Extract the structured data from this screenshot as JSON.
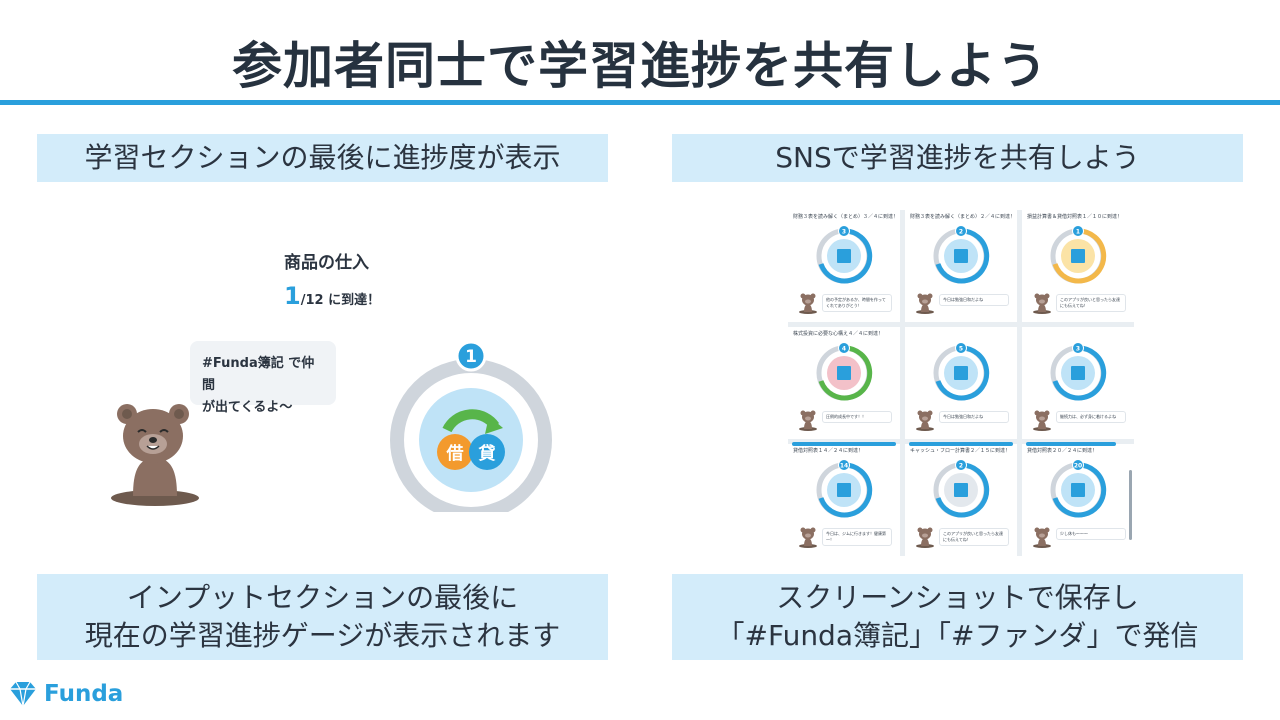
{
  "page": {
    "title": "参加者同士で学習進捗を共有しよう"
  },
  "left": {
    "heading": "学習セクションの最後に進捗度が表示",
    "product_name": "商品の仕入",
    "progress_current": "1",
    "progress_rest": "/12 に到達！",
    "bubble_line1": "#Funda簿記 で仲間",
    "bubble_line2": "が出てくるよ〜",
    "badge_number": "1",
    "icon_left_char": "借",
    "icon_right_char": "貸",
    "caption_line1": "インプットセクションの最後に",
    "caption_line2": "現在の学習進捗ゲージが表示されます"
  },
  "right": {
    "heading": "SNSで学習進捗を共有しよう",
    "caption_line1": "スクリーンショットで保存し",
    "caption_line2": "「#Funda簿記」「#ファンダ」で発信",
    "cards": [
      {
        "title": "財務３表を読み解く（まとめ）３／４に到達！",
        "badge": "3",
        "message": "他の予定があるか、時間を作ってくれてありがとう！",
        "center_color": "#bfe3f7"
      },
      {
        "title": "財務３表を読み解く（まとめ）２／４に到達！",
        "badge": "2",
        "message": "今日は勉強日和だよね",
        "center_color": "#bfe3f7"
      },
      {
        "title": "損益計算書＆貸借対照表１／１０に到達！",
        "badge": "1",
        "message": "このアプリが良いと思ったら友達にも伝えてね！",
        "center_color": "#fbe3a6"
      },
      {
        "title": "株式投資に必要な心構え４／４に到達！",
        "badge": "4",
        "message": "圧倒的成長中です！！",
        "center_color": "#f3c1c9"
      },
      {
        "title": "",
        "badge": "5",
        "message": "今日は勉強日和だよね",
        "center_color": "#bfe3f7"
      },
      {
        "title": "",
        "badge": "3",
        "message": "継続力は、必ず身に着けるよね",
        "center_color": "#bfe3f7"
      },
      {
        "title": "貸借対照表１４／２４に到達！",
        "badge": "14",
        "message": "今日は、ジムに行きます！健康第一！",
        "center_color": "#bfe3f7"
      },
      {
        "title": "キャッシュ・フロー計算書２／１５に到達！",
        "badge": "2",
        "message": "このアプリが良いと思ったら友達にも伝えてね！",
        "center_color": "#e3e8ed"
      },
      {
        "title": "貸借対照表２０／２４に到達！",
        "badge": "20",
        "message": "少し休も〜〜〜",
        "center_color": "#bfe3f7"
      }
    ]
  },
  "footer": {
    "brand": "Funda"
  },
  "colors": {
    "accent": "#2a9fdc",
    "label_bg": "#d3ecfa",
    "title_text": "#26323f"
  },
  "icons": {
    "bear": "bear-mascot-icon",
    "gem": "gem-logo-icon",
    "debit_credit": "debit-credit-icon"
  }
}
